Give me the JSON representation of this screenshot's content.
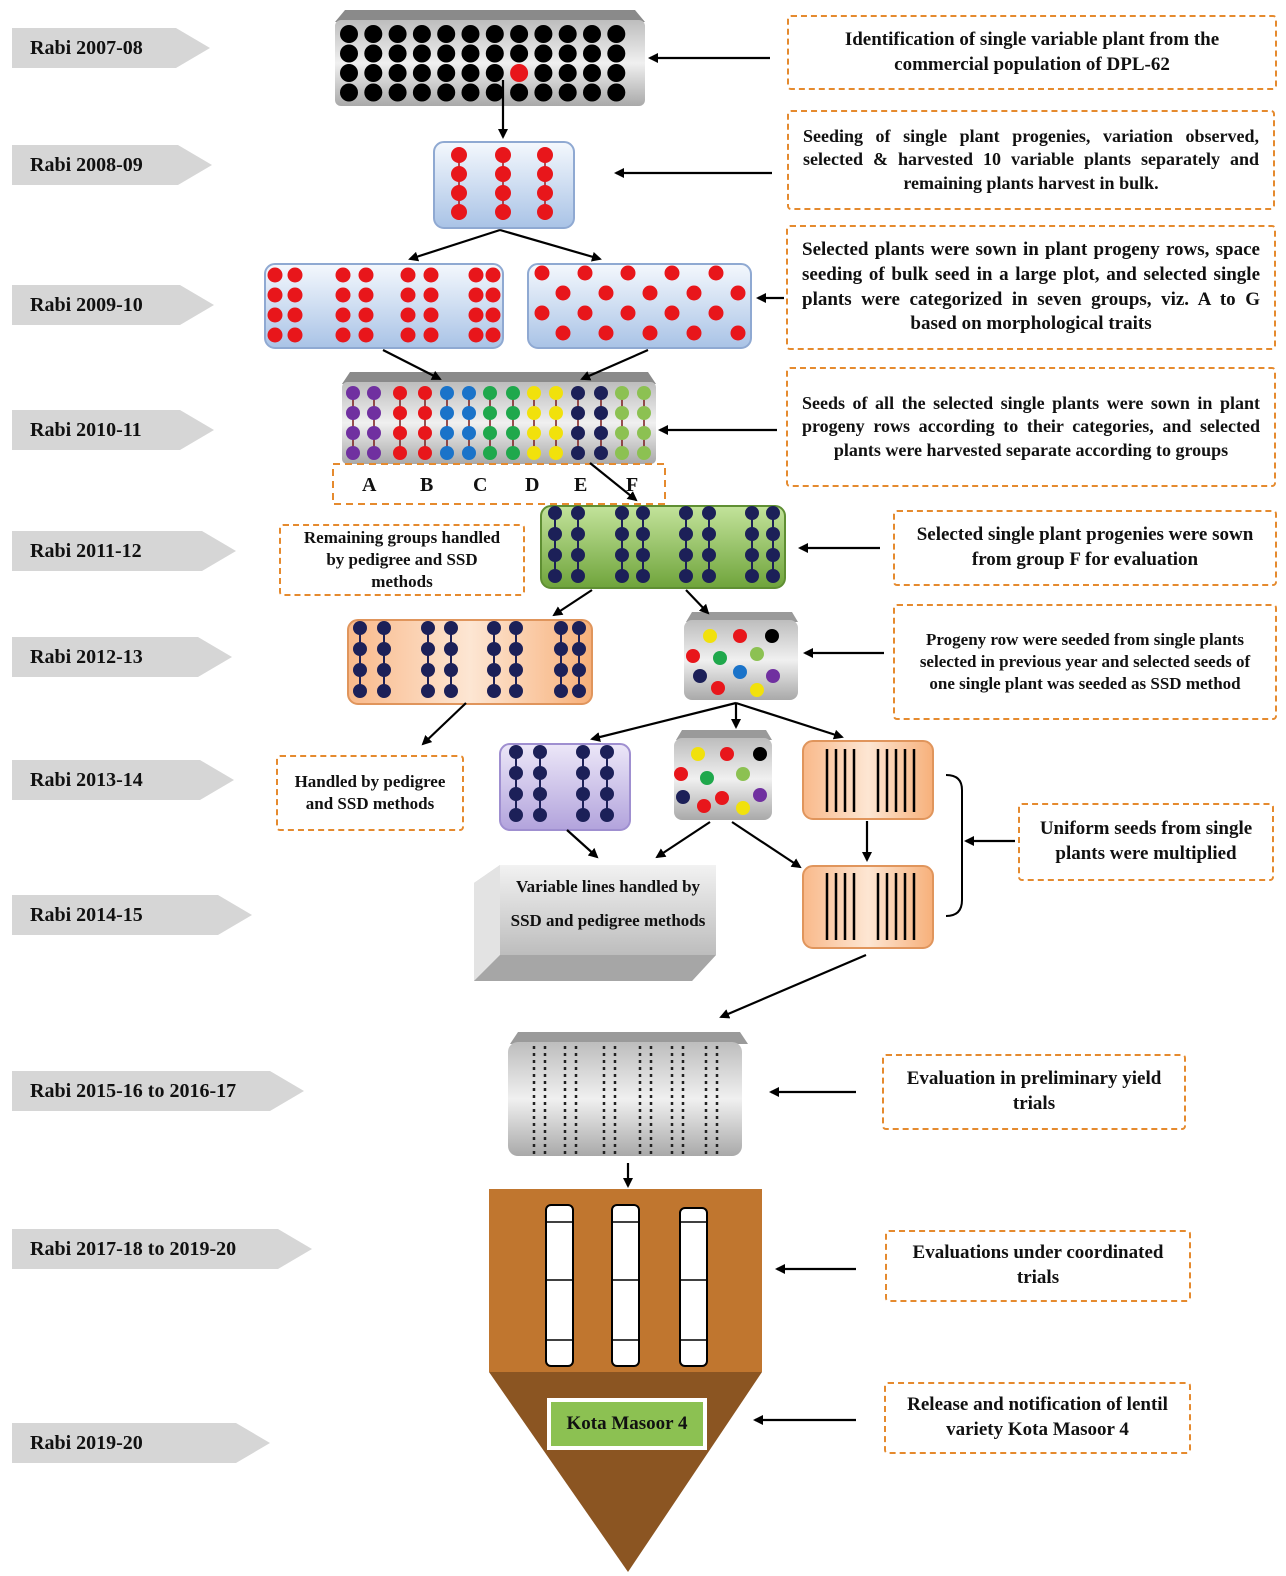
{
  "years": [
    "Rabi  2007-08",
    "Rabi  2008-09",
    "Rabi  2009-10",
    "Rabi  2010-11",
    "Rabi  2011-12",
    "Rabi  2012-13",
    "Rabi  2013-14",
    "Rabi  2014-15",
    "Rabi  2015-16 to 2016-17",
    "Rabi  2017-18 to 2019-20",
    "Rabi  2019-20"
  ],
  "notes": {
    "n2007": "Identification of single variable plant from the commercial population of DPL-62",
    "n2008": "Seeding of single plant progenies, variation observed, selected & harvested 10 variable plants separately and remaining plants harvest in bulk.",
    "n2009": "Selected plants were sown in plant progeny rows, space seeding of bulk seed in a large plot, and selected single plants were categorized in seven groups, viz. A to G based on morphological traits",
    "n2010": "Seeds of all the selected single plants were sown in plant progeny rows according to their categories, and selected plants were harvested separate according to groups",
    "n2011": "Selected single plant progenies were sown from group F for evaluation",
    "n2011_remaining": "Remaining groups handled by pedigree and SSD methods",
    "n2012": "Progeny row were seeded from single plants selected in previous year and selected seeds of one single plant was seeded as SSD method",
    "n2013_handled": "Handled by pedigree and SSD methods",
    "n2013_uniform": "Uniform seeds from single plants were multiplied",
    "n2014_variable": "Variable lines handled by SSD and pedigree methods",
    "n2015": "Evaluation in preliminary yield trials",
    "n2017": "Evaluations under coordinated trials",
    "n2019": "Release and notification of lentil variety Kota Masoor 4"
  },
  "groups": [
    "A",
    "B",
    "C",
    "D",
    "E",
    "F"
  ],
  "variety": "Kota Masoor 4",
  "colors": {
    "tag_fill": "#d6d6d6",
    "note_border": "#e58a2e",
    "red_seed": "#e8161b",
    "navy_seed": "#1c2058",
    "green_box": "#8cc152",
    "peach_box": "#f7c49a",
    "lavender_box": "#c9bde6",
    "blue_box": "#c6d9f1",
    "funnel_top": "#c0762f",
    "funnel_bottom": "#8b5522"
  }
}
